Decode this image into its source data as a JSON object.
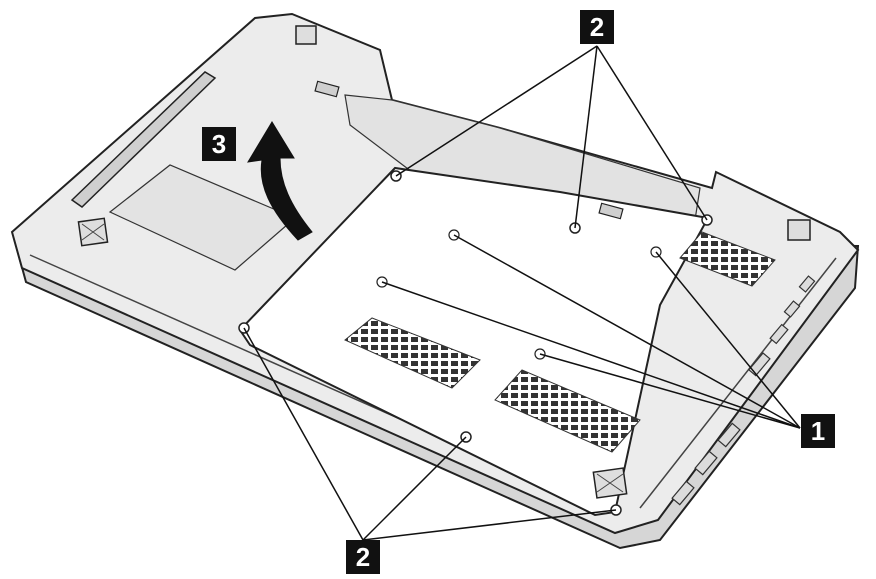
{
  "callouts": {
    "top": "2",
    "bottom": "2",
    "right": "1",
    "arrow": "3"
  },
  "colors": {
    "body_fill": "#ececec",
    "body_shadow": "#d4d4d4",
    "cover_fill": "#ffffff",
    "outline": "#222222",
    "callout_fill": "#111111",
    "callout_text": "#ffffff"
  },
  "icons": [
    "screw-icon",
    "rubber-foot-icon",
    "vent-grille-icon",
    "lift-arrow-icon"
  ]
}
